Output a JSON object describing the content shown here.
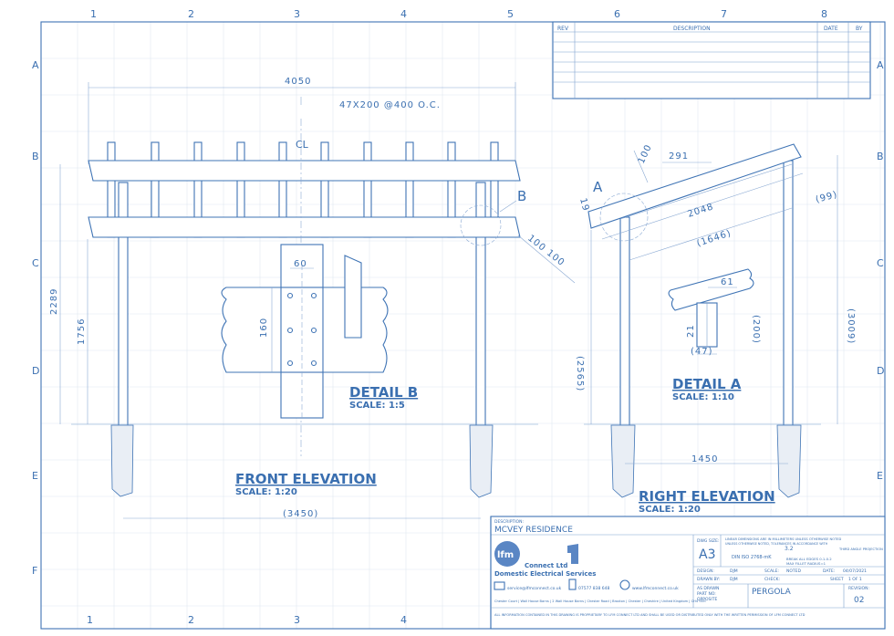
{
  "border": {
    "columns": [
      "1",
      "2",
      "3",
      "4",
      "5",
      "6",
      "7",
      "8"
    ],
    "rows": [
      "A",
      "B",
      "C",
      "D",
      "E",
      "F"
    ]
  },
  "revision_table": {
    "headers": {
      "rev": "REV",
      "description": "DESCRIPTION",
      "date": "DATE",
      "by": "BY"
    }
  },
  "front_elevation": {
    "title": "FRONT ELEVATION",
    "scale": "SCALE: 1:20",
    "dims": {
      "overall_width": "4050",
      "joists": "47X200 @400 O.C.",
      "height_total": "2289",
      "height_post": "1756",
      "post_spacing": "(3450)",
      "post_size": "100 100"
    },
    "centerline": "CL",
    "detail_callout": "B"
  },
  "detail_b": {
    "title": "DETAIL B",
    "scale": "SCALE: 1:5",
    "dims": {
      "width": "60",
      "height": "160"
    }
  },
  "right_elevation": {
    "title": "RIGHT ELEVATION",
    "scale": "SCALE: 1:20",
    "dims": {
      "top": "100",
      "offset": "291",
      "left": "19",
      "rafter": "2048",
      "rafter_inner": "(1646)",
      "right_top": "(99)",
      "height_right": "(3009)",
      "height_left": "(2565)",
      "base": "1450"
    },
    "detail_callout": "A"
  },
  "detail_a": {
    "title": "DETAIL A",
    "scale": "SCALE: 1:10",
    "dims": {
      "a": "61",
      "b": "21",
      "c": "(200)",
      "d": "(47)"
    }
  },
  "title_block": {
    "description_label": "DESCRIPTION:",
    "description": "MCVEY RESIDENCE",
    "company_logo": "lfm",
    "company_line1": "Connect Ltd",
    "company_line2": "Domestic Electrical Services",
    "email": "service@lfmconnect.co.uk",
    "phone": "07577 838 648",
    "web": "www.lfmconnect.co.uk",
    "address": "Chester Court | Wall House Barns | 2 Wall House Barns | Chester Road | Broxton | Chester | Cheshire | United Kingdom | CH4 9EH",
    "disclaimer": "ALL INFORMATION CONTAINED IN THIS DRAWING IS PROPRIETARY TO LFM CONNECT LTD AND SHALL BE USED OR DISTRIBUTED ONLY WITH THE WRITTEN PERMISSION OF LFM CONNECT LTD",
    "dwg_size_label": "DWG SIZE:",
    "dwg_size": "A3",
    "units_note": "LINEAR DIMENSIONS ARE IN MILLIMETERS UNLESS OTHERWISE NOTED",
    "tolerance_note": "UNLESS OTHERWISE NOTED, TOLERANCES IN ACCORDANCE WITH",
    "tolerance_value": "3.2",
    "projection": "THIRD ANGLE PROJECTION",
    "standard": "DIN ISO 2768-mK",
    "edges_note": "BREAK ALL EDGES 0.1-0.2",
    "fillet_note": "MAX FILLET RADIUS=1",
    "design_label": "DESIGN:",
    "design": "DJM",
    "scale_label": "SCALE:",
    "scale": "NOTED",
    "date_label": "DATE:",
    "date": "04/07/2021",
    "drawn_label": "DRAWN BY:",
    "drawn": "DJM",
    "check_label": "CHECK:",
    "sheet_label": "SHEET",
    "sheet": "1 OF 1",
    "as_drawn_label": "AS DRAWN",
    "part_no_label": "PART NO:",
    "opposite_label": "OPPOSITE",
    "part_name": "PERGOLA",
    "revision_label": "REVISION:",
    "revision": "02"
  },
  "colors": {
    "line": "#3f74b5",
    "grid": "#dfe7f2",
    "text": "#3a6fb0"
  }
}
